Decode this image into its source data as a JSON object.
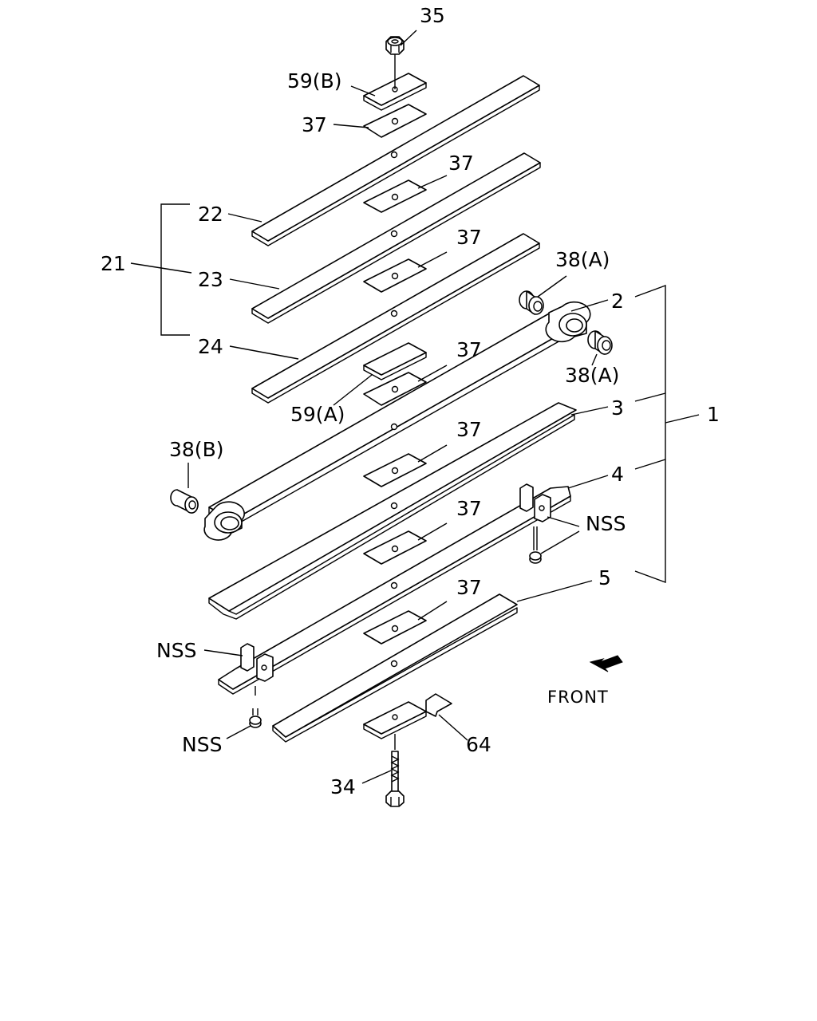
{
  "labels": {
    "p35": "35",
    "p59b": "59(B)",
    "p37_top": "37",
    "p37_a": "37",
    "p37_b": "37",
    "p37_c": "37",
    "p37_d": "37",
    "p37_e": "37",
    "p37_f": "37",
    "p22": "22",
    "p23": "23",
    "p24": "24",
    "p21": "21",
    "p38a_top": "38(A)",
    "p38a_bottom": "38(A)",
    "p2": "2",
    "p3": "3",
    "p4": "4",
    "p5": "5",
    "p1": "1",
    "p59a": "59(A)",
    "p38b": "38(B)",
    "nss_right": "NSS",
    "nss_left": "NSS",
    "nss_bottom": "NSS",
    "p64": "64",
    "p34": "34",
    "front": "FRONT"
  },
  "icons": {
    "front_arrow": "front-arrow-icon"
  }
}
